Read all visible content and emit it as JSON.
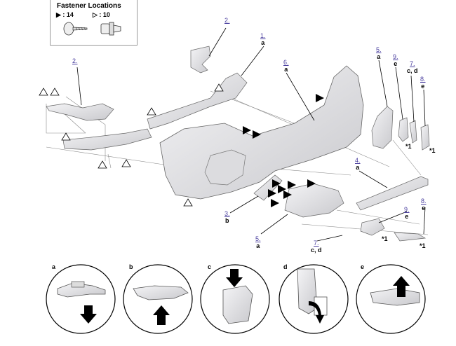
{
  "legend": {
    "title": "Fastener Locations",
    "clip_a_count": "▶ : 14",
    "clip_b_count": "▷ : 10",
    "clip_a_icon": "filled-triangle-icon",
    "clip_b_icon": "outline-triangle-icon"
  },
  "callouts": [
    {
      "num": "2.",
      "sub": ""
    },
    {
      "num": "1.",
      "sub": "a"
    },
    {
      "num": "2.",
      "sub": ""
    },
    {
      "num": "6.",
      "sub": "a"
    },
    {
      "num": "5.",
      "sub": "a"
    },
    {
      "num": "9.",
      "sub": "e"
    },
    {
      "num": "7.",
      "sub": "c, d"
    },
    {
      "num": "8.",
      "sub": "e"
    },
    {
      "num": "4.",
      "sub": "a"
    },
    {
      "num": "3.",
      "sub": "b"
    },
    {
      "num": "5.",
      "sub": "a"
    },
    {
      "num": "7.",
      "sub": "c, d"
    },
    {
      "num": "9.",
      "sub": "e"
    },
    {
      "num": "8.",
      "sub": "e"
    }
  ],
  "notes": [
    "*1",
    "*1",
    "*1",
    "*1"
  ],
  "steps": [
    "a",
    "b",
    "c",
    "d",
    "e"
  ],
  "colors": {
    "callout_link": "#4a3f9f",
    "part_fill": "#e6e6e8",
    "arrow": "#000000"
  }
}
